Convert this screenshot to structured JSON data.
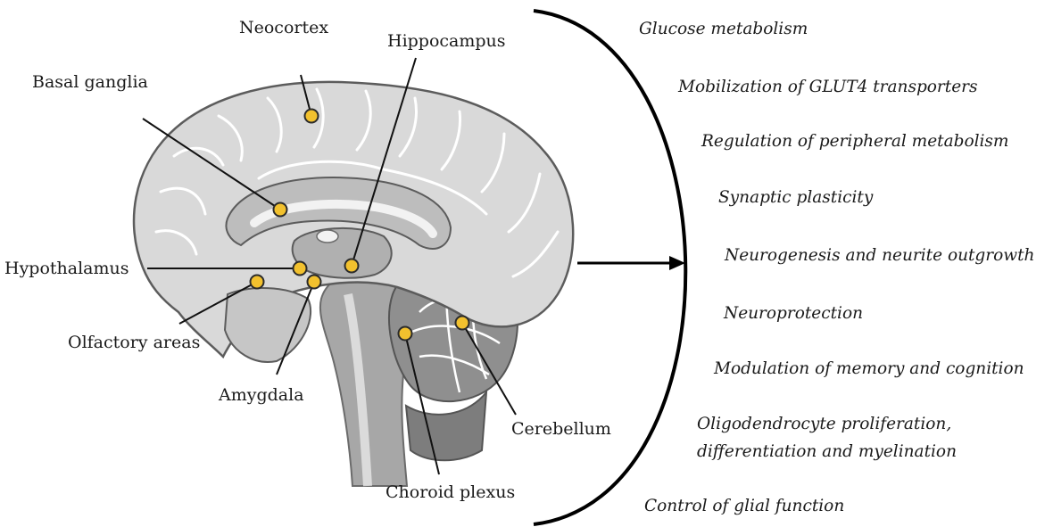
{
  "regions": [
    {
      "key": "neocortex",
      "label": "Neocortex"
    },
    {
      "key": "hippocampus",
      "label": "Hippocampus"
    },
    {
      "key": "basal_ganglia",
      "label": "Basal ganglia"
    },
    {
      "key": "hypothalamus",
      "label": "Hypothalamus"
    },
    {
      "key": "olfactory_areas",
      "label": "Olfactory areas"
    },
    {
      "key": "amygdala",
      "label": "Amygdala"
    },
    {
      "key": "cerebellum",
      "label": "Cerebellum"
    },
    {
      "key": "choroid_plexus",
      "label": "Choroid plexus"
    }
  ],
  "functions": [
    [
      "Glucose metabolism"
    ],
    [
      "Mobilization of GLUT4 transporters"
    ],
    [
      "Regulation of peripheral metabolism"
    ],
    [
      "Synaptic plasticity"
    ],
    [
      "Neurogenesis and neurite outgrowth"
    ],
    [
      "Neuroprotection"
    ],
    [
      "Modulation of memory and cognition"
    ],
    [
      "Oligodendrocyte proliferation,",
      "differentiation and myelination"
    ],
    [
      "Control of glial function"
    ]
  ],
  "colors": {
    "marker": "#f2c12e",
    "brain_outer": "#d9d9d9",
    "brain_inner": "#bcbcbc",
    "brainstem": "#9d9d9d",
    "cerebellum": "#8c8c8c",
    "ink": "#111111"
  }
}
